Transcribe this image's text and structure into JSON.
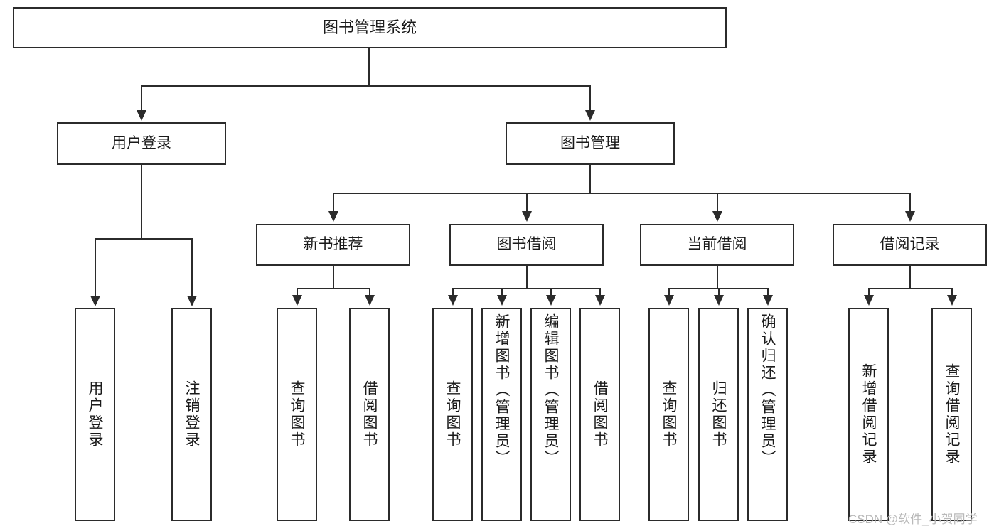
{
  "diagram": {
    "title": "图书管理系统",
    "type": "功能结构图",
    "root": {
      "label": "图书管理系统"
    },
    "level2": [
      {
        "label": "用户登录"
      },
      {
        "label": "图书管理"
      }
    ],
    "level3": [
      {
        "label": "新书推荐"
      },
      {
        "label": "图书借阅"
      },
      {
        "label": "当前借阅"
      },
      {
        "label": "借阅记录"
      }
    ],
    "leaves": {
      "user_login": [
        {
          "label": "用户登录"
        },
        {
          "label": "注销登录"
        }
      ],
      "new_book_recommend": [
        {
          "label": "查询图书"
        },
        {
          "label": "借阅图书"
        }
      ],
      "book_borrow": [
        {
          "label": "查询图书"
        },
        {
          "label": "新增图书（管理员）"
        },
        {
          "label": "编辑图书（管理员）"
        },
        {
          "label": "借阅图书"
        }
      ],
      "current_borrow": [
        {
          "label": "查询图书"
        },
        {
          "label": "归还图书"
        },
        {
          "label": "确认归还（管理员）"
        }
      ],
      "borrow_record": [
        {
          "label": "新增借阅记录"
        },
        {
          "label": "查询借阅记录"
        }
      ]
    }
  },
  "watermark": {
    "text": "CSDN @软件_小贺同学"
  },
  "colors": {
    "stroke": "#2b2b2b",
    "box_fill": "#ffffff",
    "text": "#1a1a1a",
    "watermark": "#b9b9b9"
  }
}
